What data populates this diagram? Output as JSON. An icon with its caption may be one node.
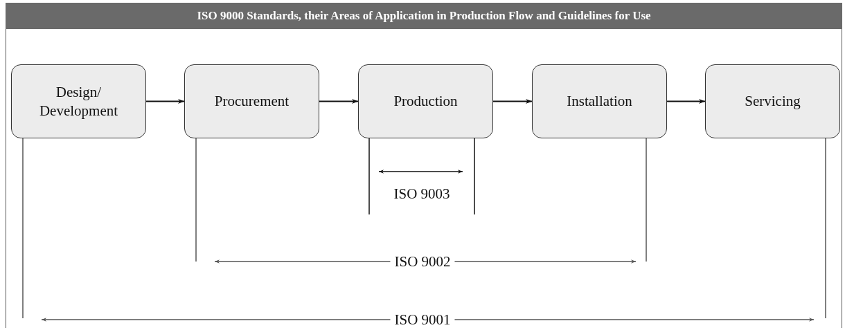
{
  "diagram": {
    "title": "ISO 9000 Standards, their Areas of Application in Production Flow and Guidelines for Use",
    "nodes": [
      {
        "text": [
          "Design/ Development"
        ]
      },
      {
        "text": [
          "Procurement"
        ]
      },
      {
        "text": [
          "Production"
        ]
      },
      {
        "text": [
          "Installation"
        ]
      },
      {
        "text": [
          "Servicing"
        ]
      }
    ],
    "edges": [
      {
        "from": 0,
        "to": 1,
        "arrow": "to"
      },
      {
        "from": 1,
        "to": 2,
        "arrow": "to"
      },
      {
        "from": 2,
        "to": 3,
        "arrow": "to"
      },
      {
        "from": 3,
        "to": 4,
        "arrow": "to"
      }
    ],
    "labels": [
      "ISO 9003",
      "ISO 9002",
      "ISO 9001"
    ]
  }
}
